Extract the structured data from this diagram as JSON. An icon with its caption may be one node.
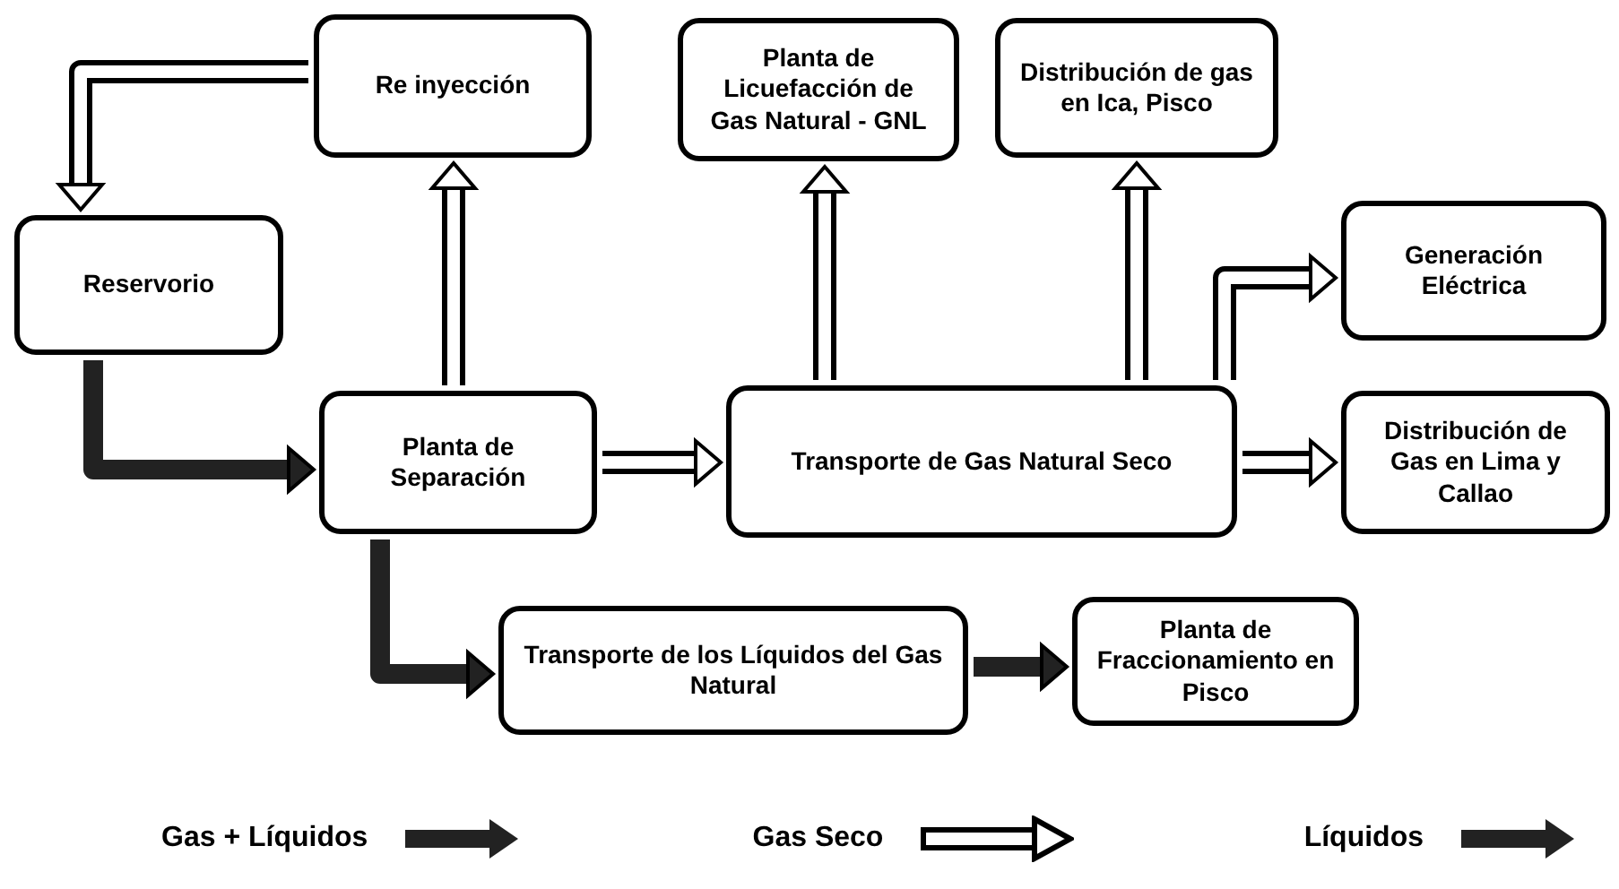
{
  "diagram": {
    "nodes": [
      {
        "text": [
          "Re inyección"
        ]
      },
      {
        "text": [
          "Planta de Licuefacción de Gas Natural - GNL"
        ]
      },
      {
        "text": [
          "Distribución de gas en Ica, Pisco"
        ]
      },
      {
        "text": [
          "Reservorio"
        ]
      },
      {
        "text": [
          "Generación Eléctrica"
        ]
      },
      {
        "text": [
          "Planta de Separación"
        ]
      },
      {
        "text": [
          "Transporte de Gas Natural Seco"
        ]
      },
      {
        "text": [
          "Distribución de Gas en Lima y Callao"
        ]
      },
      {
        "text": [
          "Transporte de los Líquidos del Gas Natural"
        ]
      },
      {
        "text": [
          "Planta de Fraccionamiento en Pisco"
        ]
      }
    ],
    "edges": [
      {
        "from": 0,
        "to": 3,
        "arrow": "to"
      },
      {
        "from": 3,
        "to": 5,
        "arrow": "to",
        "color": "#222222"
      },
      {
        "from": 5,
        "to": 0,
        "arrow": "to"
      },
      {
        "from": 5,
        "to": 6,
        "arrow": "to"
      },
      {
        "from": 6,
        "to": 1,
        "arrow": "to"
      },
      {
        "from": 6,
        "to": 2,
        "arrow": "to"
      },
      {
        "from": 6,
        "to": 4,
        "arrow": "to"
      },
      {
        "from": 6,
        "to": 7,
        "arrow": "to"
      },
      {
        "from": 5,
        "to": 8,
        "arrow": "to",
        "color": "#222222"
      },
      {
        "from": 8,
        "to": 9,
        "arrow": "to",
        "color": "#222222"
      }
    ],
    "legend": [
      {
        "text": "Gas + Líquidos"
      },
      {
        "text": "Gas Seco"
      },
      {
        "text": "Líquidos"
      }
    ]
  }
}
